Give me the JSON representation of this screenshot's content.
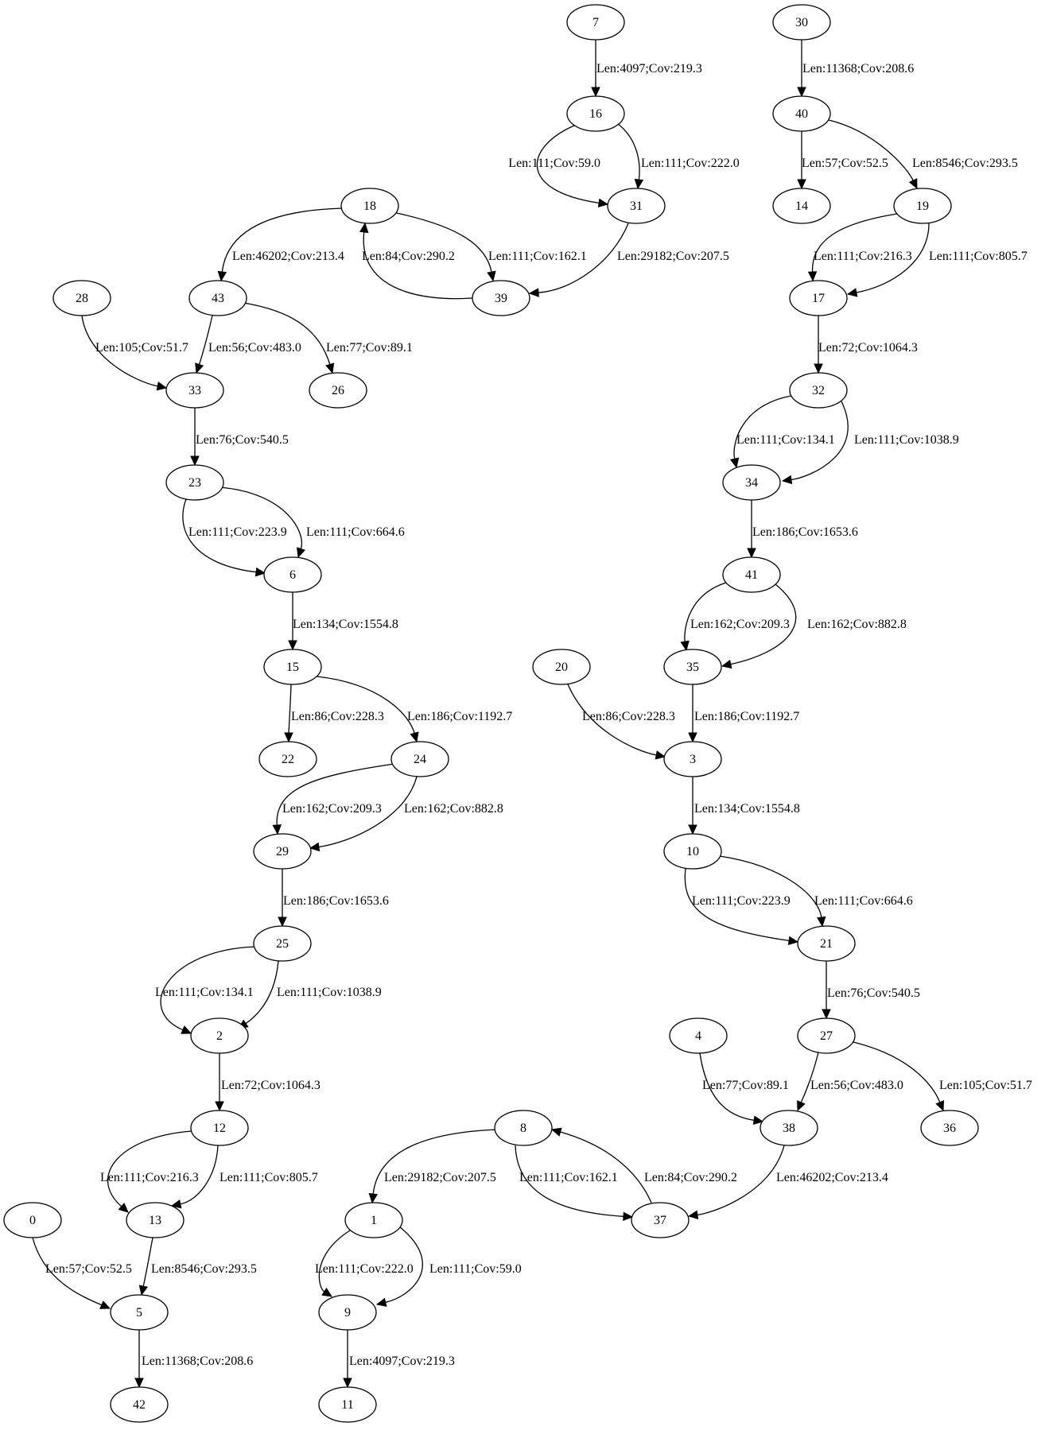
{
  "graph": {
    "nodes": [
      "0",
      "1",
      "2",
      "3",
      "4",
      "5",
      "6",
      "7",
      "8",
      "9",
      "10",
      "11",
      "12",
      "13",
      "14",
      "15",
      "16",
      "17",
      "18",
      "19",
      "20",
      "21",
      "22",
      "23",
      "24",
      "25",
      "26",
      "27",
      "28",
      "29",
      "30",
      "31",
      "32",
      "33",
      "34",
      "35",
      "36",
      "37",
      "38",
      "39",
      "40",
      "41",
      "42",
      "43"
    ],
    "edges": [
      {
        "from": "7",
        "to": "16",
        "label": "Len:4097;Cov:219.3"
      },
      {
        "from": "16",
        "to": "31",
        "label": "Len:111;Cov:59.0"
      },
      {
        "from": "16",
        "to": "31",
        "label": "Len:111;Cov:222.0"
      },
      {
        "from": "31",
        "to": "39",
        "label": "Len:29182;Cov:207.5"
      },
      {
        "from": "18",
        "to": "39",
        "label": "Len:111;Cov:162.1"
      },
      {
        "from": "39",
        "to": "18",
        "label": "Len:84;Cov:290.2"
      },
      {
        "from": "18",
        "to": "43",
        "label": "Len:46202;Cov:213.4"
      },
      {
        "from": "28",
        "to": "33",
        "label": "Len:105;Cov:51.7"
      },
      {
        "from": "43",
        "to": "33",
        "label": "Len:56;Cov:483.0"
      },
      {
        "from": "43",
        "to": "26",
        "label": "Len:77;Cov:89.1"
      },
      {
        "from": "33",
        "to": "23",
        "label": "Len:76;Cov:540.5"
      },
      {
        "from": "23",
        "to": "6",
        "label": "Len:111;Cov:223.9"
      },
      {
        "from": "23",
        "to": "6",
        "label": "Len:111;Cov:664.6"
      },
      {
        "from": "6",
        "to": "15",
        "label": "Len:134;Cov:1554.8"
      },
      {
        "from": "15",
        "to": "22",
        "label": "Len:86;Cov:228.3"
      },
      {
        "from": "15",
        "to": "24",
        "label": "Len:186;Cov:1192.7"
      },
      {
        "from": "24",
        "to": "29",
        "label": "Len:162;Cov:209.3"
      },
      {
        "from": "24",
        "to": "29",
        "label": "Len:162;Cov:882.8"
      },
      {
        "from": "29",
        "to": "25",
        "label": "Len:186;Cov:1653.6"
      },
      {
        "from": "25",
        "to": "2",
        "label": "Len:111;Cov:134.1"
      },
      {
        "from": "25",
        "to": "2",
        "label": "Len:111;Cov:1038.9"
      },
      {
        "from": "2",
        "to": "12",
        "label": "Len:72;Cov:1064.3"
      },
      {
        "from": "12",
        "to": "13",
        "label": "Len:111;Cov:216.3"
      },
      {
        "from": "12",
        "to": "13",
        "label": "Len:111;Cov:805.7"
      },
      {
        "from": "0",
        "to": "5",
        "label": "Len:57;Cov:52.5"
      },
      {
        "from": "13",
        "to": "5",
        "label": "Len:8546;Cov:293.5"
      },
      {
        "from": "5",
        "to": "42",
        "label": "Len:11368;Cov:208.6"
      },
      {
        "from": "30",
        "to": "40",
        "label": "Len:11368;Cov:208.6"
      },
      {
        "from": "40",
        "to": "14",
        "label": "Len:57;Cov:52.5"
      },
      {
        "from": "40",
        "to": "19",
        "label": "Len:8546;Cov:293.5"
      },
      {
        "from": "19",
        "to": "17",
        "label": "Len:111;Cov:216.3"
      },
      {
        "from": "19",
        "to": "17",
        "label": "Len:111;Cov:805.7"
      },
      {
        "from": "17",
        "to": "32",
        "label": "Len:72;Cov:1064.3"
      },
      {
        "from": "32",
        "to": "34",
        "label": "Len:111;Cov:134.1"
      },
      {
        "from": "32",
        "to": "34",
        "label": "Len:111;Cov:1038.9"
      },
      {
        "from": "34",
        "to": "41",
        "label": "Len:186;Cov:1653.6"
      },
      {
        "from": "41",
        "to": "35",
        "label": "Len:162;Cov:209.3"
      },
      {
        "from": "41",
        "to": "35",
        "label": "Len:162;Cov:882.8"
      },
      {
        "from": "20",
        "to": "3",
        "label": "Len:86;Cov:228.3"
      },
      {
        "from": "35",
        "to": "3",
        "label": "Len:186;Cov:1192.7"
      },
      {
        "from": "3",
        "to": "10",
        "label": "Len:134;Cov:1554.8"
      },
      {
        "from": "10",
        "to": "21",
        "label": "Len:111;Cov:223.9"
      },
      {
        "from": "10",
        "to": "21",
        "label": "Len:111;Cov:664.6"
      },
      {
        "from": "21",
        "to": "27",
        "label": "Len:76;Cov:540.5"
      },
      {
        "from": "4",
        "to": "38",
        "label": "Len:77;Cov:89.1"
      },
      {
        "from": "27",
        "to": "38",
        "label": "Len:56;Cov:483.0"
      },
      {
        "from": "27",
        "to": "36",
        "label": "Len:105;Cov:51.7"
      },
      {
        "from": "8",
        "to": "1",
        "label": "Len:29182;Cov:207.5"
      },
      {
        "from": "8",
        "to": "37",
        "label": "Len:111;Cov:162.1"
      },
      {
        "from": "37",
        "to": "8",
        "label": "Len:84;Cov:290.2"
      },
      {
        "from": "38",
        "to": "37",
        "label": "Len:46202;Cov:213.4"
      },
      {
        "from": "1",
        "to": "9",
        "label": "Len:111;Cov:222.0"
      },
      {
        "from": "1",
        "to": "9",
        "label": "Len:111;Cov:59.0"
      },
      {
        "from": "9",
        "to": "11",
        "label": "Len:4097;Cov:219.3"
      }
    ]
  }
}
